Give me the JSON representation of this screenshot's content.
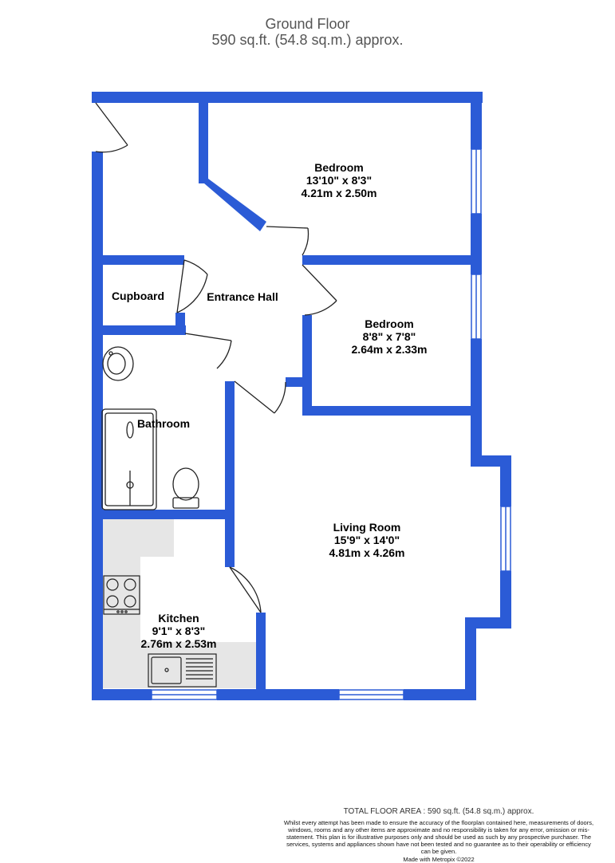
{
  "header": {
    "floor": "Ground Floor",
    "area": "590 sq.ft. (54.8 sq.m.) approx."
  },
  "colors": {
    "wall": "#2b5bd6",
    "kitchen_worktop": "#e6e6e6",
    "fixture_stroke": "#222222",
    "text": "#000000"
  },
  "rooms": {
    "bedroom1": {
      "name": "Bedroom",
      "imperial": "13'10\"  x 8'3\"",
      "metric": "4.21m  x 2.50m"
    },
    "bedroom2": {
      "name": "Bedroom",
      "imperial": "8'8\"  x 7'8\"",
      "metric": "2.64m  x 2.33m"
    },
    "cupboard": {
      "name": "Cupboard"
    },
    "entrance_hall": {
      "name": "Entrance Hall"
    },
    "bathroom": {
      "name": "Bathroom"
    },
    "living_room": {
      "name": "Living Room",
      "imperial": "15'9\"  x 14'0\"",
      "metric": "4.81m  x 4.26m"
    },
    "kitchen": {
      "name": "Kitchen",
      "imperial": "9'1\"  x 8'3\"",
      "metric": "2.76m  x 2.53m"
    }
  },
  "fixtures": [
    "basin-icon",
    "shower-icon",
    "toilet-icon",
    "hob-icon",
    "sink-icon"
  ],
  "footer": {
    "total_area": "TOTAL FLOOR AREA : 590 sq.ft. (54.8 sq.m.) approx.",
    "disclaimer": "Whilst every attempt has been made to ensure the accuracy of the floorplan contained here, measurements of doors, windows, rooms and any other items are approximate and no responsibility is taken for any error, omission or mis-statement. This plan is for illustrative purposes only and should be used as such by any prospective purchaser. The services, systems and appliances shown have not been tested and no guarantee as to their operability or efficiency can be given.",
    "made_with": "Made with Metropix ©2022"
  }
}
